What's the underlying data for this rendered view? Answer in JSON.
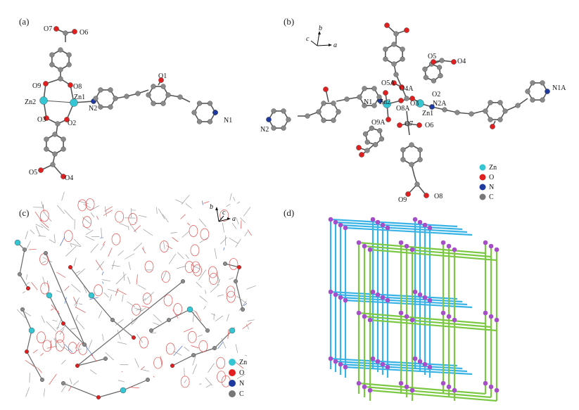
{
  "panels": {
    "a": {
      "label": "(a)"
    },
    "b": {
      "label": "(b)"
    },
    "c": {
      "label": "(c)"
    },
    "d": {
      "label": "(d)"
    }
  },
  "atom_labels_a": {
    "O7": "O7",
    "O6": "O6",
    "O9": "O9",
    "O8": "O8",
    "Zn2": "Zn2",
    "Zn1": "Zn1",
    "N2": "N2",
    "O3": "O3",
    "O2": "O2",
    "O5": "O5",
    "O4": "O4",
    "O1": "O1",
    "N1": "N1"
  },
  "atom_labels_b": {
    "O5": "O5",
    "O4": "O4",
    "O5A": "O5A",
    "O4A": "O4A",
    "O2": "O2",
    "N1A": "N1A",
    "N1": "N1",
    "Zn2": "Zn2",
    "O8A": "O8A",
    "O3": "O3",
    "N2A": "N2A",
    "Zn1": "Zn1",
    "O9A": "O9A",
    "O7": "O7",
    "O6": "O6",
    "N2": "N2",
    "O9": "O9",
    "O8": "O8"
  },
  "axes_b": {
    "b": "b",
    "c": "c",
    "a": "a"
  },
  "axes_c": {
    "b": "b",
    "c": "c",
    "a": "a"
  },
  "legend": [
    {
      "label": "Zn",
      "color": "#36c6d3"
    },
    {
      "label": "O",
      "color": "#e02020"
    },
    {
      "label": "N",
      "color": "#1f3a9e"
    },
    {
      "label": "C",
      "color": "#777777"
    }
  ],
  "colors": {
    "carbon": "#8a8a8a",
    "oxygen": "#e02020",
    "zinc": "#36c6d3",
    "nitrogen": "#1f3a9e",
    "bond": "#555555",
    "net_blue": "#39b3e6",
    "net_green": "#7bc843",
    "net_node": "#a64dc9",
    "wire_gray": "#9a9a9a",
    "wire_red": "#e05050",
    "wire_blue": "#4a6fd0"
  }
}
